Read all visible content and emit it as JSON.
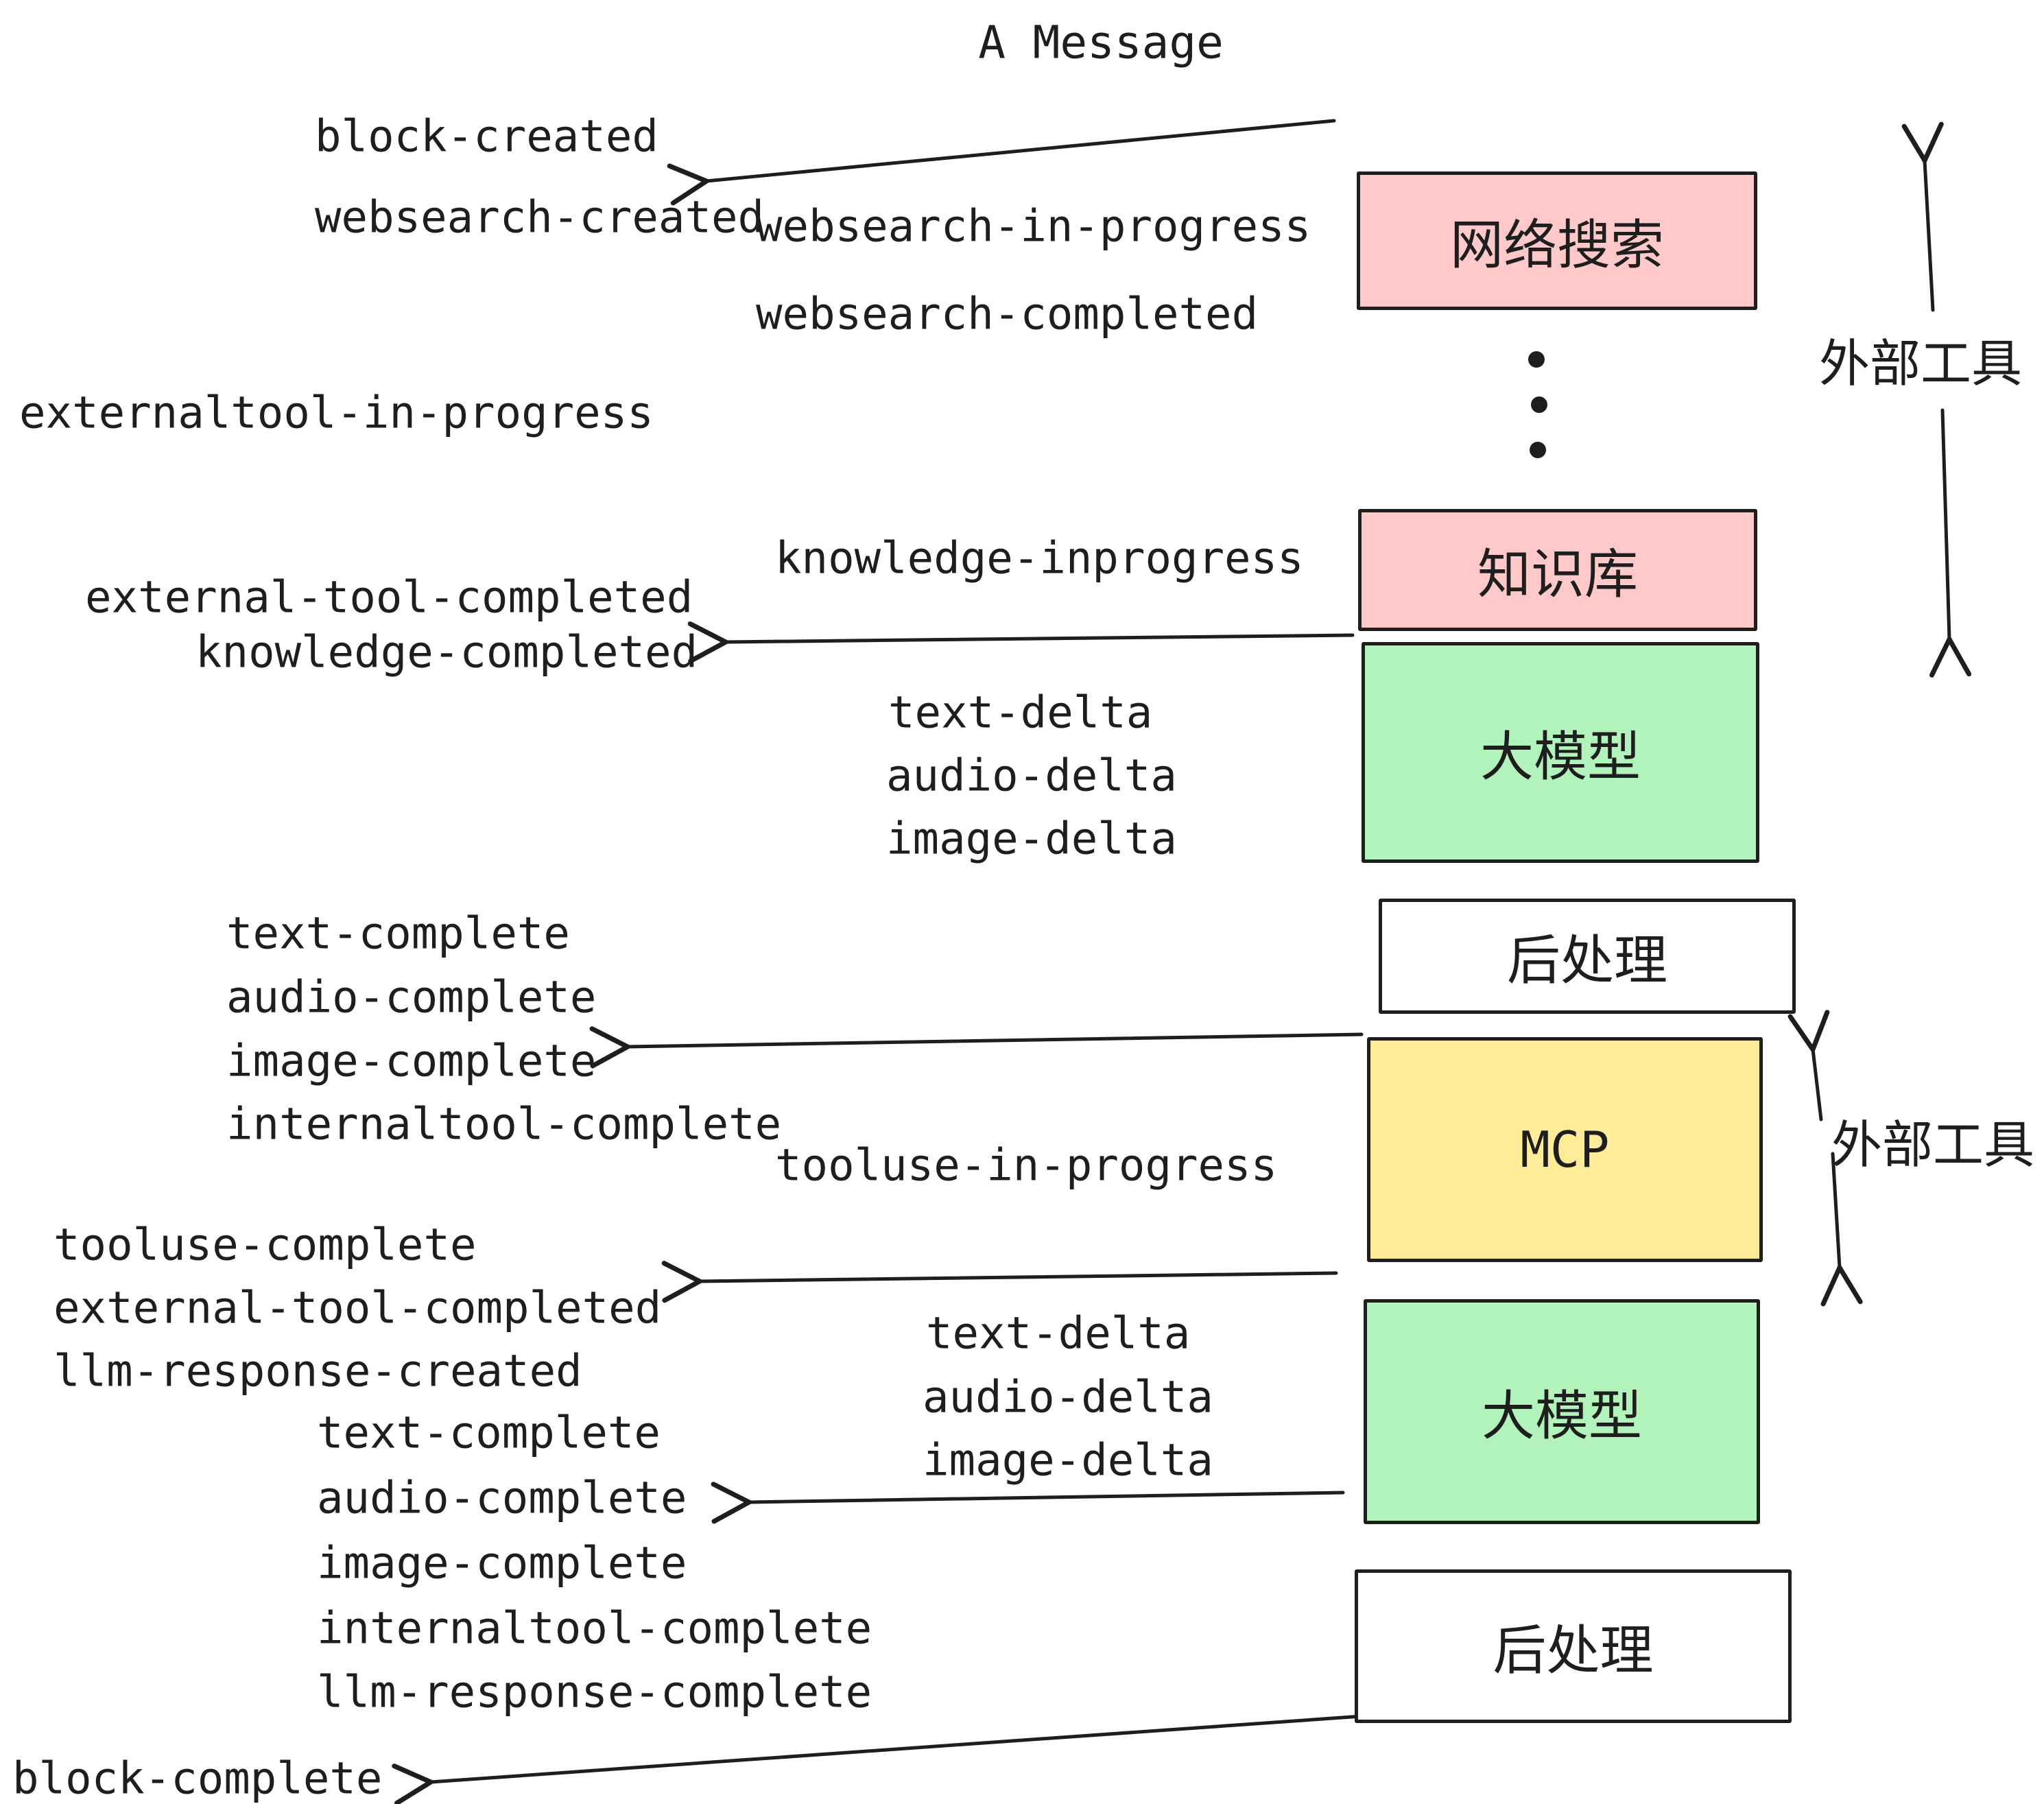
{
  "title": "A Message",
  "colors": {
    "pink": "#ffc9c9",
    "green": "#b2f2bb",
    "yellow": "#ffec99",
    "stroke": "#1e1e1e",
    "bg": "#ffffff"
  },
  "boxes": [
    {
      "id": "websearch",
      "label": "网络搜索"
    },
    {
      "id": "knowledge",
      "label": "知识库"
    },
    {
      "id": "llm-1",
      "label": "大模型"
    },
    {
      "id": "post-1",
      "label": "后处理"
    },
    {
      "id": "mcp",
      "label": "MCP"
    },
    {
      "id": "llm-2",
      "label": "大模型"
    },
    {
      "id": "post-2",
      "label": "后处理"
    }
  ],
  "side_labels": [
    {
      "text": "外部工具"
    },
    {
      "text": "外部工具"
    }
  ],
  "events": [
    {
      "text": "block-created"
    },
    {
      "text": "websearch-created"
    },
    {
      "text": "websearch-in-progress"
    },
    {
      "text": "websearch-completed"
    },
    {
      "text": "externaltool-in-progress"
    },
    {
      "text": "knowledge-inprogress"
    },
    {
      "text": "external-tool-completed"
    },
    {
      "text": "knowledge-completed"
    },
    {
      "text": "text-delta"
    },
    {
      "text": "audio-delta"
    },
    {
      "text": "image-delta"
    },
    {
      "text": "text-complete"
    },
    {
      "text": "audio-complete"
    },
    {
      "text": "image-complete"
    },
    {
      "text": "internaltool-complete"
    },
    {
      "text": "tooluse-in-progress"
    },
    {
      "text": "tooluse-complete"
    },
    {
      "text": "external-tool-completed"
    },
    {
      "text": "llm-response-created"
    },
    {
      "text": "text-delta"
    },
    {
      "text": "audio-delta"
    },
    {
      "text": "image-delta"
    },
    {
      "text": "text-complete"
    },
    {
      "text": "audio-complete"
    },
    {
      "text": "image-complete"
    },
    {
      "text": "internaltool-complete"
    },
    {
      "text": "llm-response-complete"
    },
    {
      "text": "block-complete"
    }
  ]
}
